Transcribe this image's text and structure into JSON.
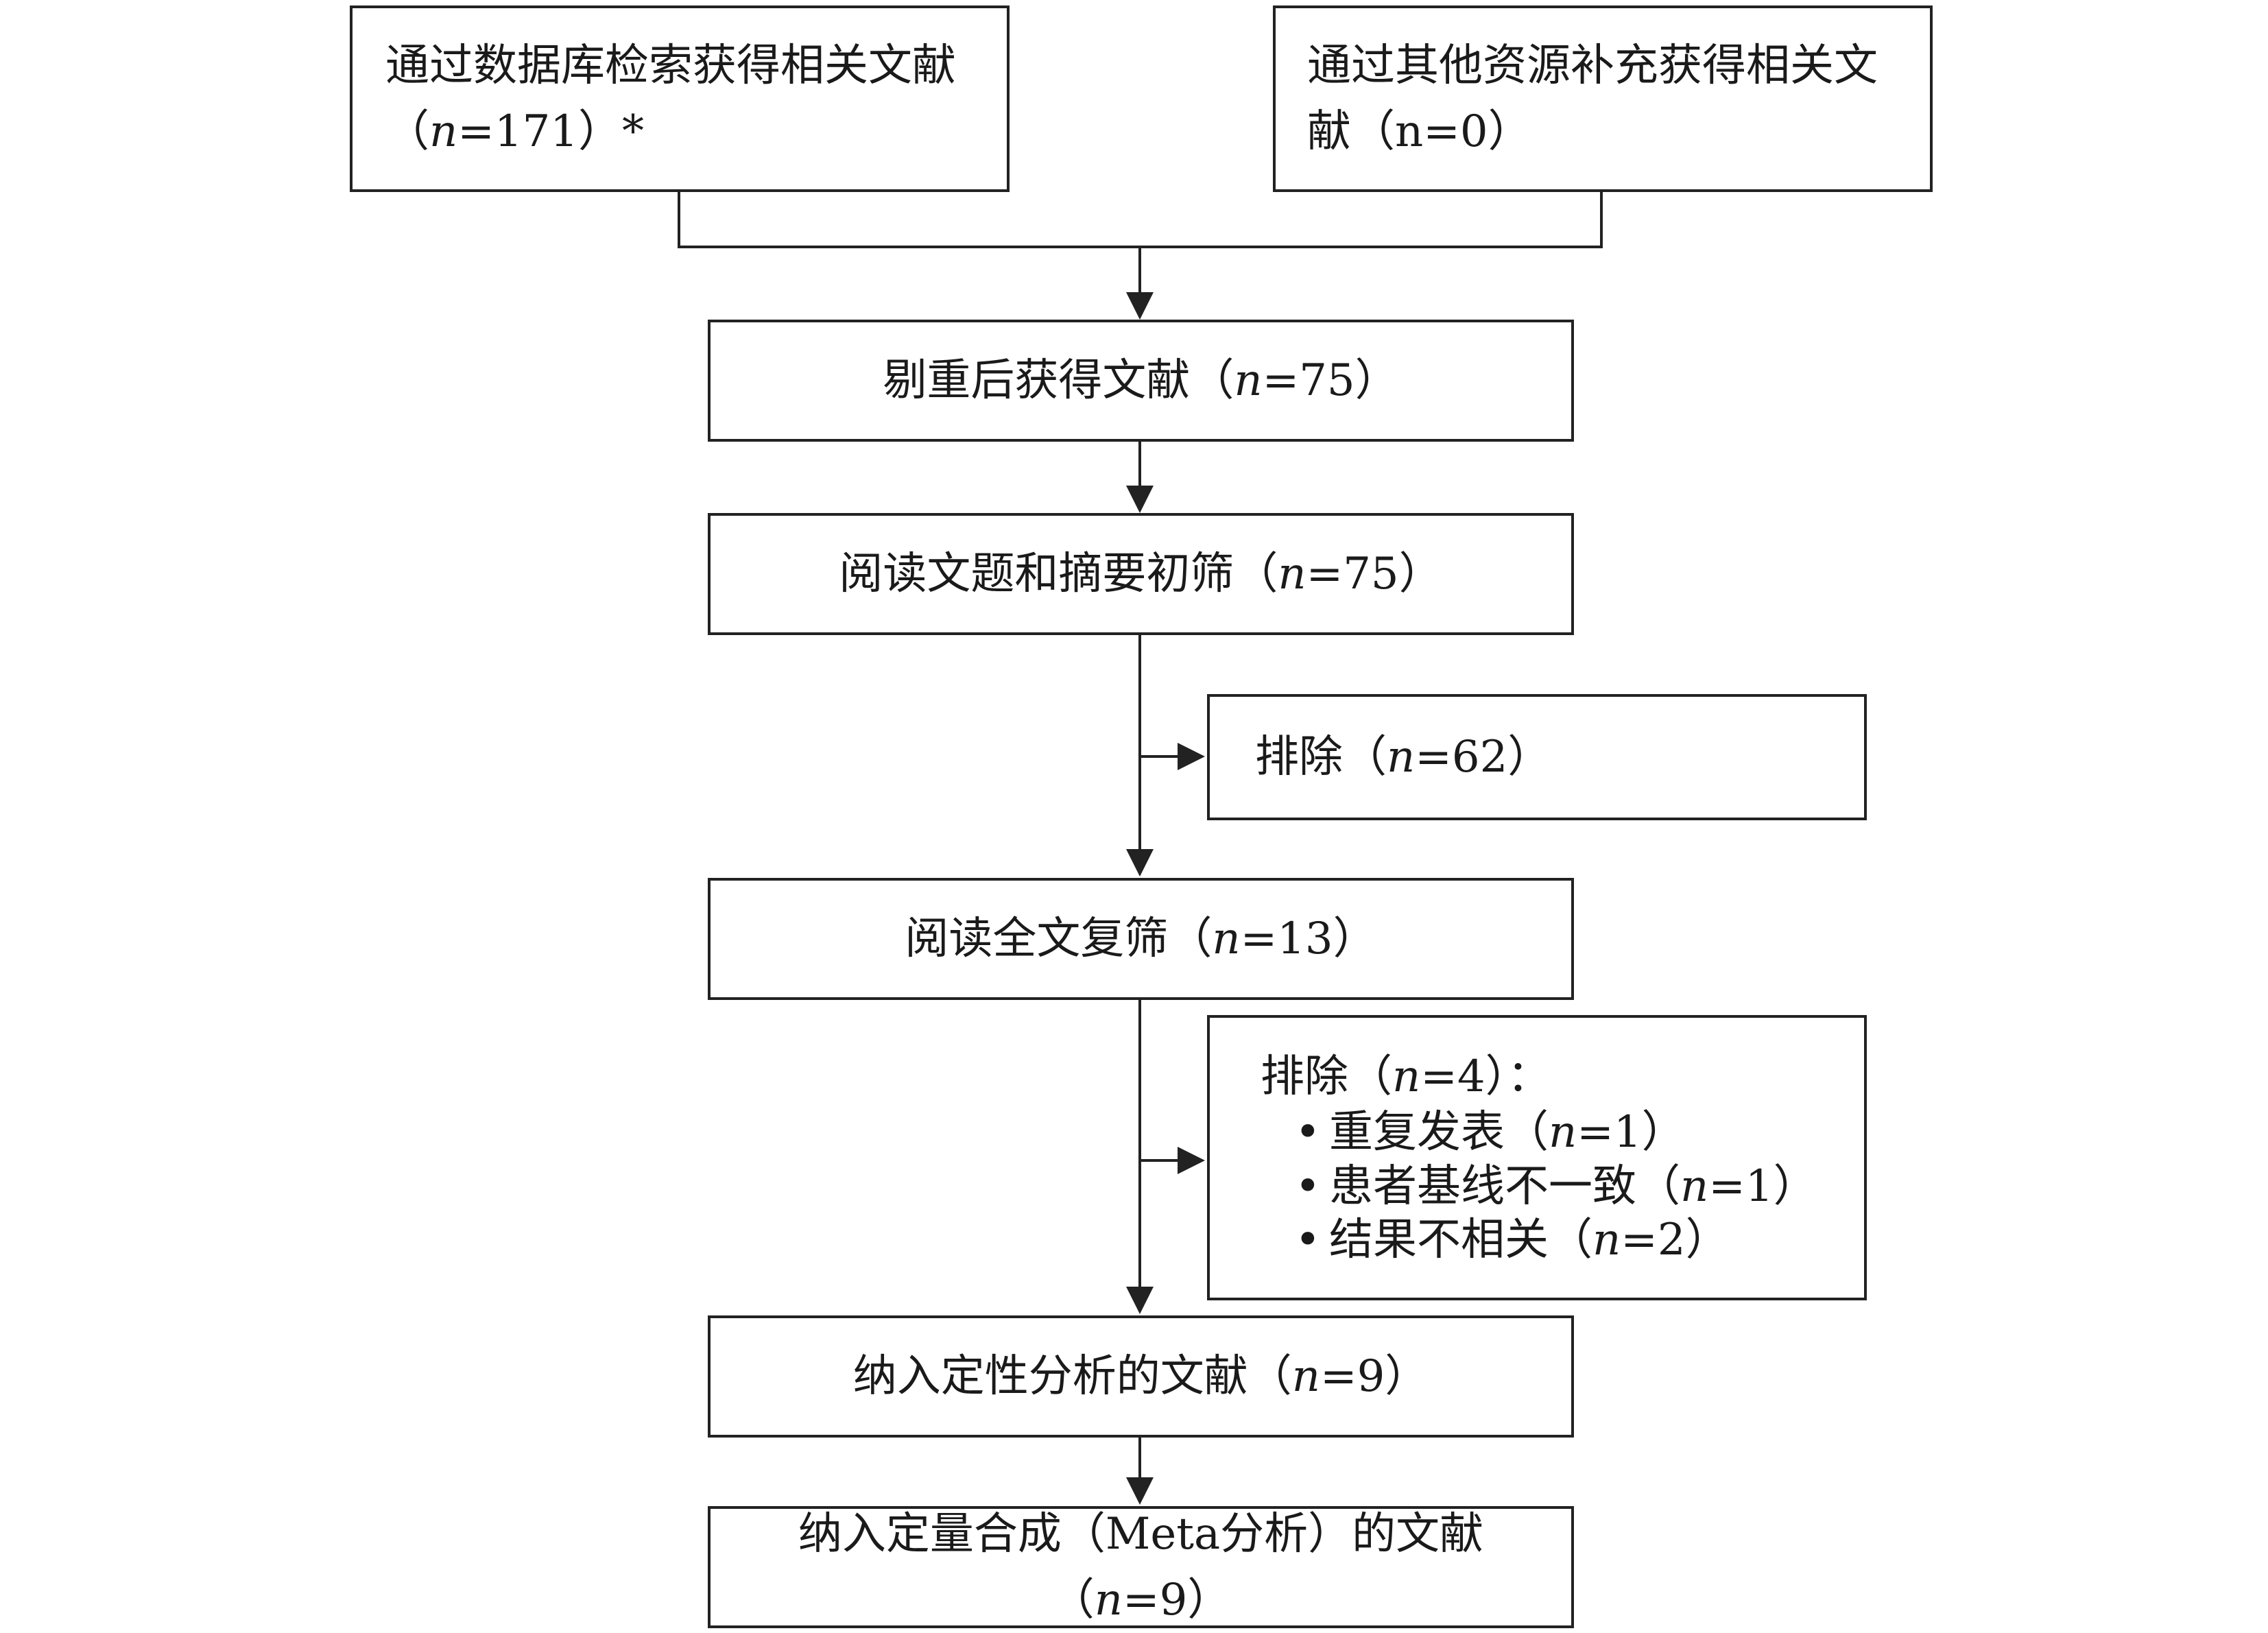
{
  "diagram": {
    "source_db_box": {
      "line1": "通过数据库检索获得相关文献",
      "line2_prefix": "（",
      "n_symbol": "n",
      "line2_value": "=171",
      "line2_suffix": "）*"
    },
    "source_other_box": {
      "line1": "通过其他资源补充获得相关文",
      "line2_prefix": "献（",
      "line2_value": "n=0",
      "line2_suffix": "）"
    },
    "dedup_box": {
      "label": "剔重后获得文献（",
      "n_symbol": "n",
      "value": "=75",
      "suffix": "）"
    },
    "title_abstract_box": {
      "label": "阅读文题和摘要初筛（",
      "n_symbol": "n",
      "value": "=75",
      "suffix": "）"
    },
    "exclusion_1_box": {
      "label": "排除（",
      "n_symbol": "n",
      "value": "=62",
      "suffix": "）"
    },
    "fulltext_box": {
      "label": "阅读全文复筛（",
      "n_symbol": "n",
      "value": "=13",
      "suffix": "）"
    },
    "exclusion_2_box": {
      "header_label": "排除（",
      "header_n_symbol": "n",
      "header_value": "=4",
      "header_suffix": "）：",
      "reasons": [
        {
          "label": "重复发表（",
          "n_symbol": "n",
          "value": "=1",
          "suffix": "）"
        },
        {
          "label": "患者基线不一致（",
          "n_symbol": "n",
          "value": "=1",
          "suffix": "）"
        },
        {
          "label": "结果不相关（",
          "n_symbol": "n",
          "value": "=2",
          "suffix": "）"
        }
      ]
    },
    "qualitative_box": {
      "label": "纳入定性分析的文献（",
      "n_symbol": "n",
      "value": "=9",
      "suffix": "）"
    },
    "quantitative_box": {
      "label": "纳入定量合成（Meta分析）的文献（",
      "n_symbol": "n",
      "value": "=9",
      "suffix": "）"
    }
  },
  "colors": {
    "stroke": "#222222",
    "text": "#1a1a1a",
    "background": "#ffffff"
  }
}
